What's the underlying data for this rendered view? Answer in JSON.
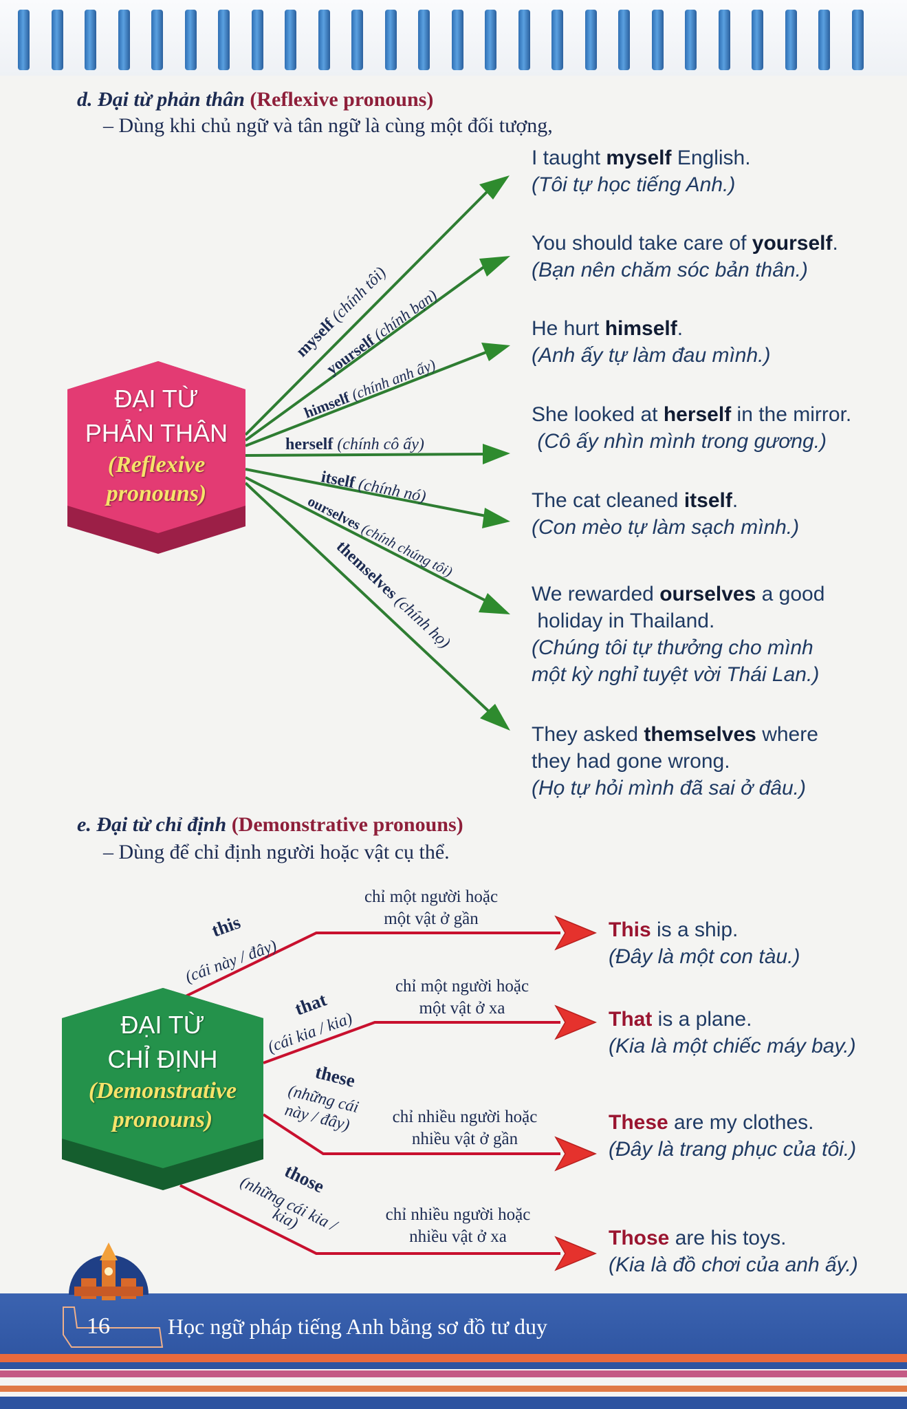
{
  "section_d": {
    "letter": "d.",
    "title_vi": "Đại từ phản thân",
    "title_en": "(Reflexive pronouns)",
    "description": "– Dùng khi chủ ngữ và tân ngữ là cùng một đối tượng,",
    "badge": {
      "line1": "ĐẠI TỪ",
      "line2": "PHẢN THÂN",
      "line3": "(Reflexive",
      "line4": "pronouns)"
    },
    "pronouns": [
      {
        "word": "myself",
        "meaning": "(chính tôi)"
      },
      {
        "word": "yourself",
        "meaning": "(chính bạn)"
      },
      {
        "word": "himself",
        "meaning": "(chính anh ấy)"
      },
      {
        "word": "herself",
        "meaning": "(chính cô ấy)"
      },
      {
        "word": "itself",
        "meaning": "(chính nó)"
      },
      {
        "word": "ourselves",
        "meaning": "(chính chúng tôi)"
      },
      {
        "word": "themselves",
        "meaning": "(chính họ)"
      }
    ],
    "examples": [
      {
        "pre": "I taught ",
        "key": "myself",
        "post": " English.",
        "pre2": "",
        "post2": "",
        "translation": "(Tôi tự học tiếng Anh.)",
        "translation2": ""
      },
      {
        "pre": "You should take care of ",
        "key": "yourself",
        "post": ".",
        "pre2": "",
        "post2": "",
        "translation": "(Bạn nên chăm sóc bản thân.)",
        "translation2": ""
      },
      {
        "pre": "He hurt ",
        "key": "himself",
        "post": ".",
        "pre2": "",
        "post2": "",
        "translation": "(Anh ấy tự làm đau mình.)",
        "translation2": ""
      },
      {
        "pre": "She looked at ",
        "key": "herself",
        "post": " in the mirror.",
        "pre2": "",
        "post2": "",
        "translation": " (Cô ấy nhìn mình trong gương.)",
        "translation2": ""
      },
      {
        "pre": "The cat cleaned ",
        "key": "itself",
        "post": ".",
        "pre2": "",
        "post2": "",
        "translation": "(Con mèo tự làm sạch mình.)",
        "translation2": ""
      },
      {
        "pre": "We rewarded ",
        "key": "ourselves",
        "post": " a good",
        "pre2": " holiday in Thailand.",
        "post2": "",
        "translation": "(Chúng tôi tự thưởng cho mình",
        "translation2": "một kỳ nghỉ tuyệt vời Thái Lan.)"
      },
      {
        "pre": "They asked ",
        "key": "themselves",
        "post": " where",
        "pre2": "they had gone wrong.",
        "post2": "",
        "translation": "(Họ tự hỏi mình đã sai ở đâu.)",
        "translation2": ""
      }
    ]
  },
  "section_e": {
    "letter": "e.",
    "title_vi": "Đại từ chỉ định",
    "title_en": "(Demonstrative pronouns)",
    "description": "– Dùng để chỉ định người hoặc vật cụ thể.",
    "badge": {
      "line1": "ĐẠI TỪ",
      "line2": "CHỈ ĐỊNH",
      "line3": "(Demonstrative",
      "line4": "pronouns)"
    },
    "pronouns": [
      {
        "word": "this",
        "meaning": "(cái này / đây)",
        "meaning2": "",
        "usage1": "chỉ một người hoặc",
        "usage2": "một vật ở gần"
      },
      {
        "word": "that",
        "meaning": "(cái kia / kia)",
        "meaning2": "",
        "usage1": "chỉ một người hoặc",
        "usage2": "một vật ở xa"
      },
      {
        "word": "these",
        "meaning": "(những cái",
        "meaning2": "này / đây)",
        "usage1": "chỉ nhiều người hoặc",
        "usage2": "nhiều vật ở gần"
      },
      {
        "word": "those",
        "meaning": "(những cái kia /",
        "meaning2": "kia)",
        "usage1": "chỉ nhiều người hoặc",
        "usage2": "nhiều vật ở xa"
      }
    ],
    "examples": [
      {
        "key": "This",
        "post": " is a ship.",
        "translation": "(Đây là một con tàu.)"
      },
      {
        "key": "That",
        "post": " is a plane.",
        "translation": "(Kia là một chiếc máy bay.)"
      },
      {
        "key": "These",
        "post": " are my clothes.",
        "translation": "(Đây là trang phục của tôi.)"
      },
      {
        "key": "Those",
        "post": " are his toys.",
        "translation": "(Kia là đồ chơi của anh ấy.)"
      }
    ]
  },
  "footer": {
    "page_number": "16",
    "book_title": "Học ngữ pháp tiếng Anh bằng sơ đồ tư duy"
  },
  "colors": {
    "arrow_green": "#2e8b2e",
    "arrow_red": "#d42a2a",
    "badge_pink": "#e0366f",
    "badge_green": "#1f8a45",
    "heading_red": "#8e1f3a"
  }
}
